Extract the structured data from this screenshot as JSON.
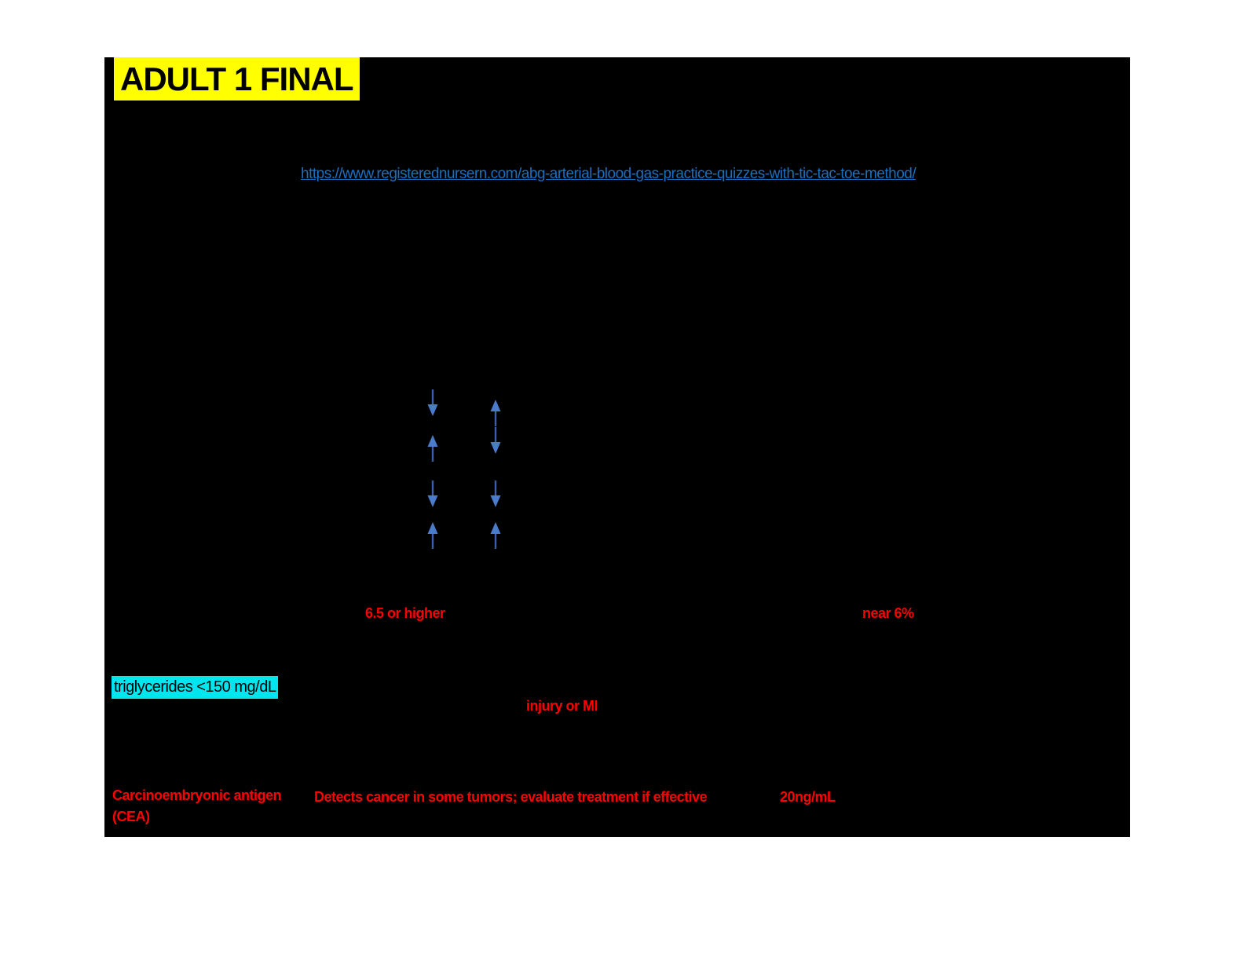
{
  "document": {
    "title": "ADULT 1 FINAL",
    "link_url": "https://www.registerednursern.com/abg-arterial-blood-gas-practice-quizzes-with-tic-tac-toe-method/",
    "arrows": {
      "rows": [
        {
          "left": "down",
          "right": "up"
        },
        {
          "left": "up",
          "right": "down"
        },
        {
          "left": "down",
          "right": "down"
        },
        {
          "left": "up",
          "right": "up"
        }
      ]
    },
    "red_notes": {
      "note_1": "6.5 or higher",
      "note_2": "near 6%",
      "note_3": "injury or MI"
    },
    "highlighted_text": "triglycerides <150 mg/dL",
    "table_row": {
      "test_line_1": "Carcinoembryonic antigen",
      "test_line_2": "(CEA)",
      "description": "Detects cancer in some tumors; evaluate treatment if effective",
      "normal_value": "20ng/mL"
    },
    "colors": {
      "page_background": "#000000",
      "title_highlight": "#FFFF00",
      "cyan_highlight": "#00E6EE",
      "red_text": "#FF0000",
      "link_blue": "#1B6FC1",
      "arrow_head": "#4A7CCB",
      "arrow_stem": "#3363AE"
    }
  }
}
